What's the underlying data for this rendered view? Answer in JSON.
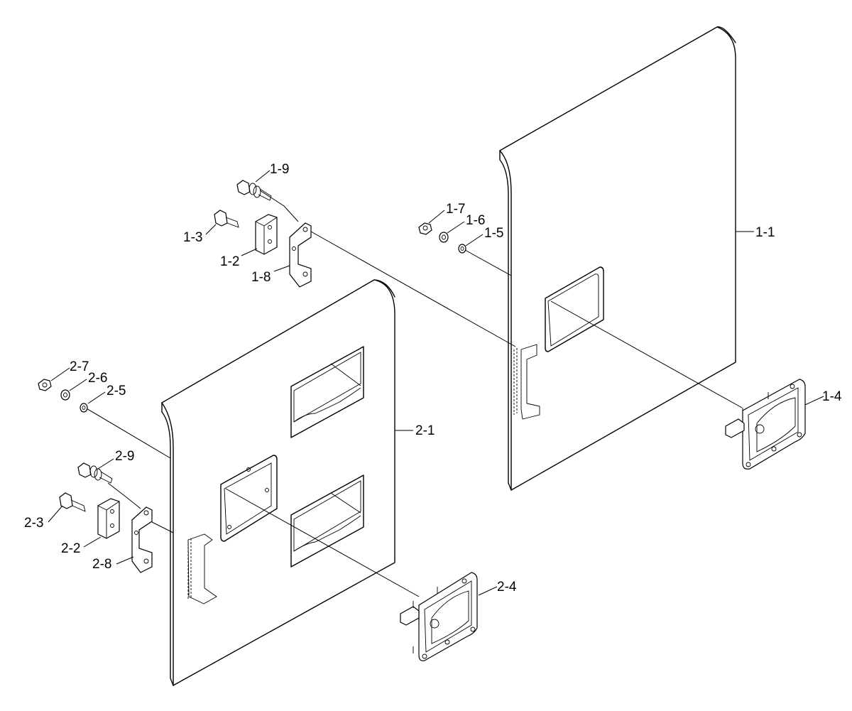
{
  "figure": {
    "labels": {
      "p1_1": "1-1",
      "p1_2": "1-2",
      "p1_3": "1-3",
      "p1_4": "1-4",
      "p1_5": "1-5",
      "p1_6": "1-6",
      "p1_7": "1-7",
      "p1_8": "1-8",
      "p1_9": "1-9",
      "p2_1": "2-1",
      "p2_2": "2-2",
      "p2_3": "2-3",
      "p2_4": "2-4",
      "p2_5": "2-5",
      "p2_6": "2-6",
      "p2_7": "2-7",
      "p2_8": "2-8",
      "p2_9": "2-9"
    },
    "line_color": "#000000",
    "background_color": "#ffffff"
  }
}
